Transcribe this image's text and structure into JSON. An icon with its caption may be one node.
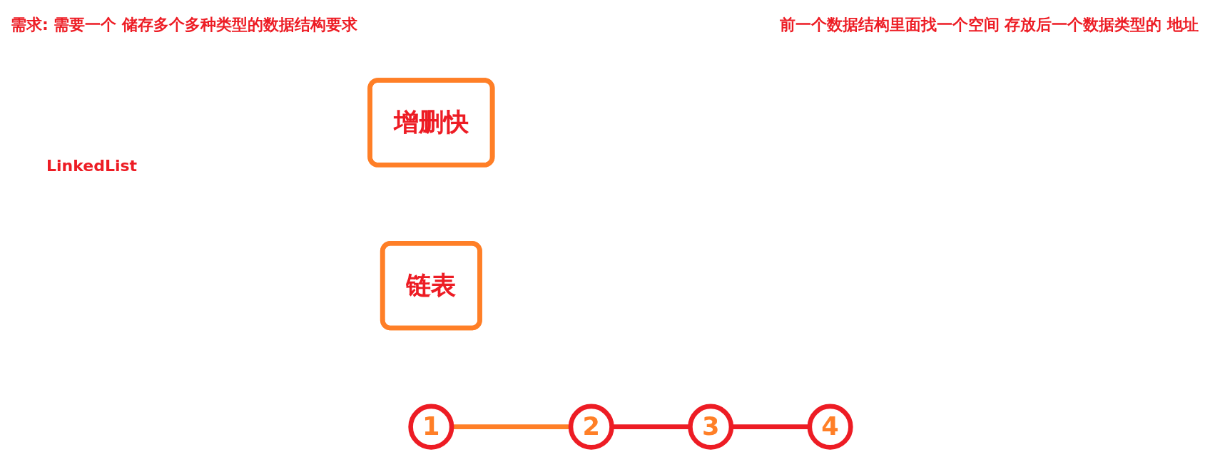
{
  "diagram": {
    "nodes": [
      {
        "text": [
          "增删快"
        ]
      },
      {
        "text": [
          "链表"
        ]
      },
      {
        "text": [
          "1"
        ]
      },
      {
        "text": [
          "2"
        ]
      },
      {
        "text": [
          "3"
        ]
      },
      {
        "text": [
          "4"
        ]
      }
    ],
    "edges": [
      {
        "from": 2,
        "to": 3,
        "arrow": "none",
        "color": "#ff7f27"
      },
      {
        "from": 3,
        "to": 4,
        "arrow": "none"
      },
      {
        "from": 4,
        "to": 5,
        "arrow": "none"
      }
    ],
    "labels": [
      "需求: 需要一个 储存多个多种类型的数据结构要求",
      "前一个数据结构里面找一个空间 存放后一个数据类型的 地址",
      "LinkedList"
    ]
  }
}
